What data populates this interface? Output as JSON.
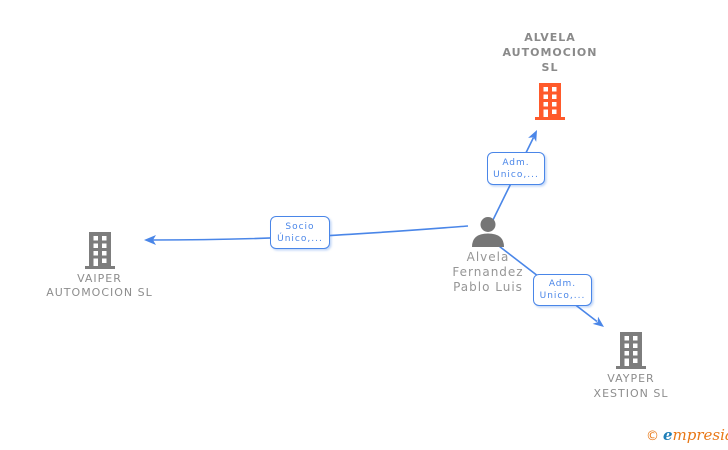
{
  "diagram": {
    "main_company": {
      "name": "ALVELA\nAUTOMOCION\nSL"
    },
    "person": {
      "name": "Alvela\nFernandez\nPablo Luis"
    },
    "companies": [
      {
        "name": "VAIPER\nAUTOMOCION SL"
      },
      {
        "name": "VAYPER\nXESTION SL"
      }
    ],
    "relationships": [
      {
        "label": "Adm.\nUnico,...",
        "from": "Alvela Fernandez Pablo Luis",
        "to": "ALVELA AUTOMOCION SL"
      },
      {
        "label": "Socio\nÚnico,...",
        "from": "Alvela Fernandez Pablo Luis",
        "to": "VAIPER AUTOMOCION SL"
      },
      {
        "label": "Adm.\nUnico,...",
        "from": "Alvela Fernandez Pablo Luis",
        "to": "VAYPER XESTION SL"
      }
    ]
  },
  "footer": {
    "copyright": "©",
    "brand_e": "e",
    "brand_rest": "mpresia"
  },
  "colors": {
    "accent_orange": "#ff5a2b",
    "node_gray": "#7d7d7d",
    "person_gray": "#767676",
    "text_gray": "#8d8d8d",
    "line_blue": "#4a86e8"
  }
}
